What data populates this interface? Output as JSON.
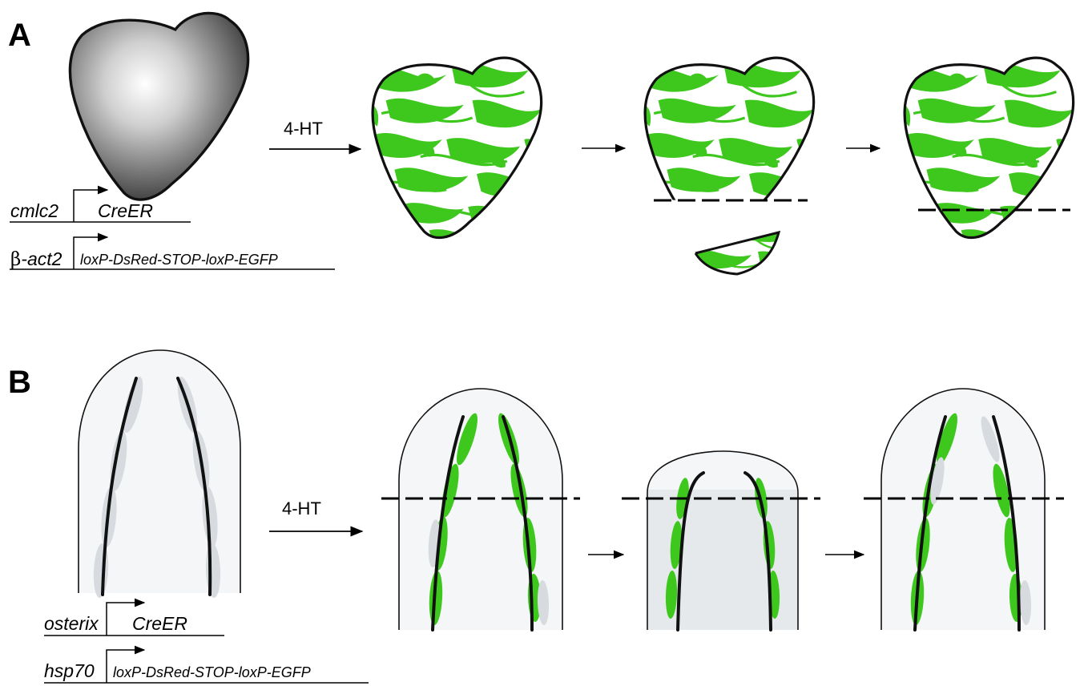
{
  "panel_a": {
    "label": "A",
    "driver": {
      "promoter": "cmlc2",
      "gene": "CreER"
    },
    "reporter": {
      "promoter_greek": "β",
      "promoter": "-act2",
      "gene": "loxP-DsRed-STOP-loxP-EGFP"
    },
    "treatment": "4-HT",
    "stages": [
      "untreated heart",
      "labeled heart",
      "amputated heart",
      "regenerated heart"
    ]
  },
  "panel_b": {
    "label": "B",
    "driver": {
      "promoter": "osterix",
      "gene": "CreER"
    },
    "reporter": {
      "promoter": "hsp70",
      "gene": "loxP-DsRed-STOP-loxP-EGFP"
    },
    "treatment": "4-HT",
    "stages": [
      "untreated fin ray",
      "labeled fin ray",
      "amputated fin ray",
      "regenerated fin ray"
    ]
  },
  "colors": {
    "label_green": "#3ec81e",
    "outline": "#111111",
    "fin_fill": "#f4f6f8",
    "stump_fill": "#e6e9ec",
    "unlabeled_cell": "#d7dbdf"
  }
}
